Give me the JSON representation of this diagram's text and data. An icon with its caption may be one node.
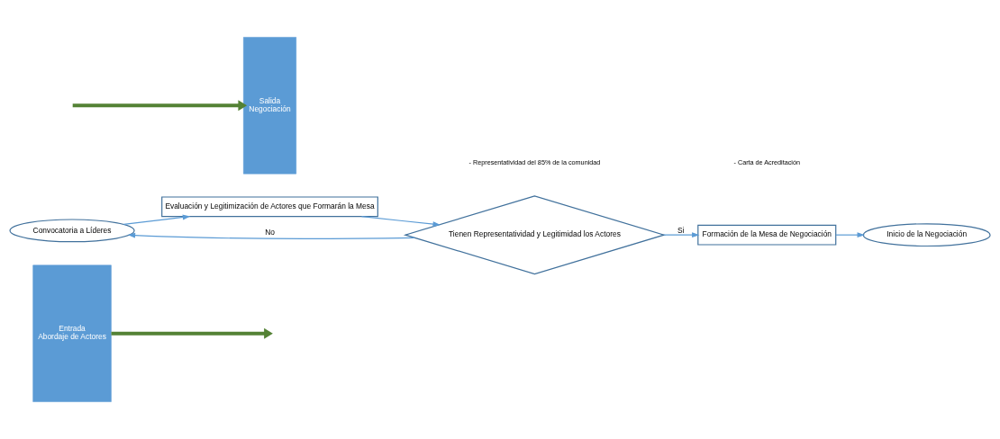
{
  "diagram": {
    "nodes": [
      {
        "text": [
          "Entrada",
          "Abordaje de Actores"
        ]
      },
      {
        "text": [
          "Convocatoria a Líderes"
        ]
      },
      {
        "text": [
          "Evaluación y Legitimización de Actores que Formarán la Mesa"
        ]
      },
      {
        "text": [
          "Tienen Representatividad y Legitimidad los Actores"
        ]
      },
      {
        "text": [
          "Formación de la Mesa de Negociación"
        ]
      },
      {
        "text": [
          "Inicio de la Negociación"
        ]
      },
      {
        "text": [
          "Salida",
          "Negociación"
        ]
      }
    ],
    "edges": [
      {
        "from": 1,
        "to": 2,
        "arrow": "to"
      },
      {
        "from": 2,
        "to": 3,
        "arrow": "to"
      },
      {
        "from": 3,
        "to": 1,
        "arrow": "to",
        "label": "No"
      },
      {
        "from": 3,
        "to": 4,
        "arrow": "to",
        "label": "Si"
      },
      {
        "from": 4,
        "to": 5,
        "arrow": "to"
      },
      {
        "from": 0,
        "to": null,
        "arrow": "to",
        "style": "thick",
        "color": "#548235"
      },
      {
        "from": null,
        "to": 6,
        "arrow": "to",
        "style": "thick",
        "color": "#548235"
      }
    ],
    "labels": [
      "- Representatividad del 85% de la comunidad",
      "- Carta de Acreditación"
    ]
  }
}
